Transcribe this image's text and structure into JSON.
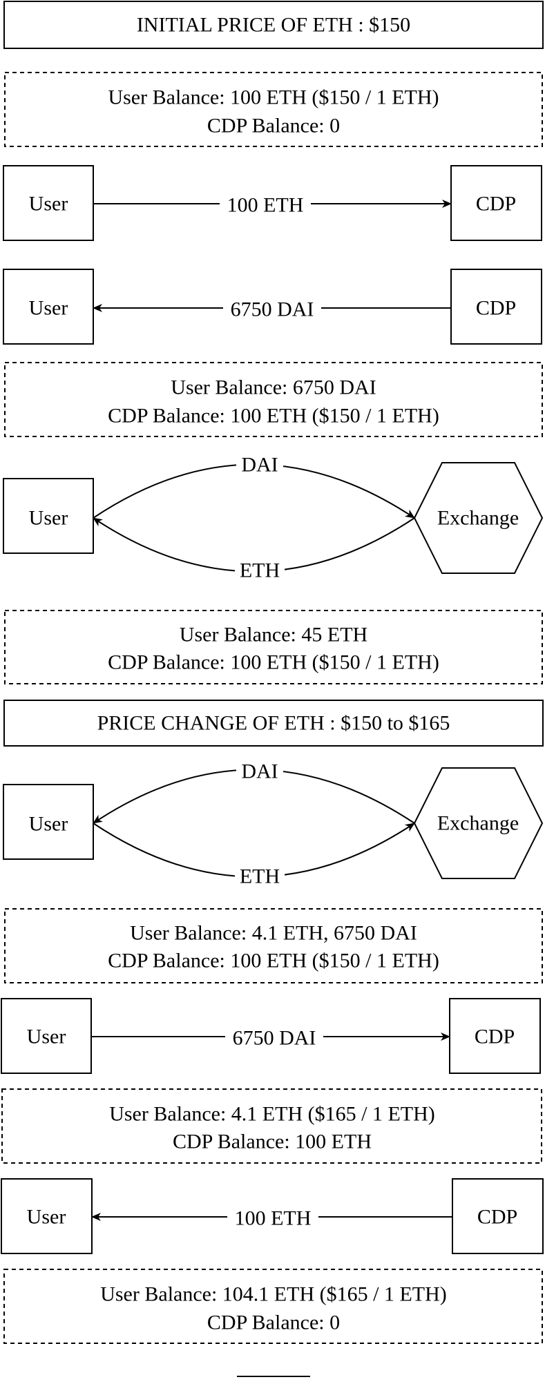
{
  "colors": {
    "stroke": "#000000",
    "background": "#ffffff"
  },
  "banners": {
    "initial_price": "INITIAL PRICE OF ETH : $150",
    "price_change": "PRICE CHANGE OF ETH : $150 to $165"
  },
  "nodes": {
    "user": "User",
    "cdp": "CDP",
    "exchange": "Exchange"
  },
  "balances": [
    {
      "user": "User Balance: 100 ETH ($150 / 1 ETH)",
      "cdp": "CDP Balance: 0"
    },
    {
      "user": "User Balance: 6750 DAI",
      "cdp": "CDP Balance: 100 ETH ($150 / 1 ETH)"
    },
    {
      "user": "User Balance: 45 ETH",
      "cdp": "CDP Balance: 100 ETH ($150 / 1 ETH)"
    },
    {
      "user": "User Balance: 4.1 ETH, 6750 DAI",
      "cdp": "CDP Balance: 100 ETH ($150 / 1 ETH)"
    },
    {
      "user": "User Balance: 4.1 ETH ($165 / 1 ETH)",
      "cdp": "CDP Balance: 100 ETH"
    },
    {
      "user": "User Balance: 104.1 ETH ($165 / 1 ETH)",
      "cdp": "CDP Balance: 0"
    }
  ],
  "transfers": [
    {
      "label": "100 ETH",
      "direction": "user-to-cdp"
    },
    {
      "label": "6750 DAI",
      "direction": "cdp-to-user"
    },
    {
      "top_label": "DAI",
      "bottom_label": "ETH",
      "direction": "swap-dai-for-eth"
    },
    {
      "top_label": "DAI",
      "bottom_label": "ETH",
      "direction": "swap-eth-for-dai"
    },
    {
      "label": "6750 DAI",
      "direction": "user-to-cdp"
    },
    {
      "label": "100 ETH",
      "direction": "cdp-to-user"
    }
  ]
}
